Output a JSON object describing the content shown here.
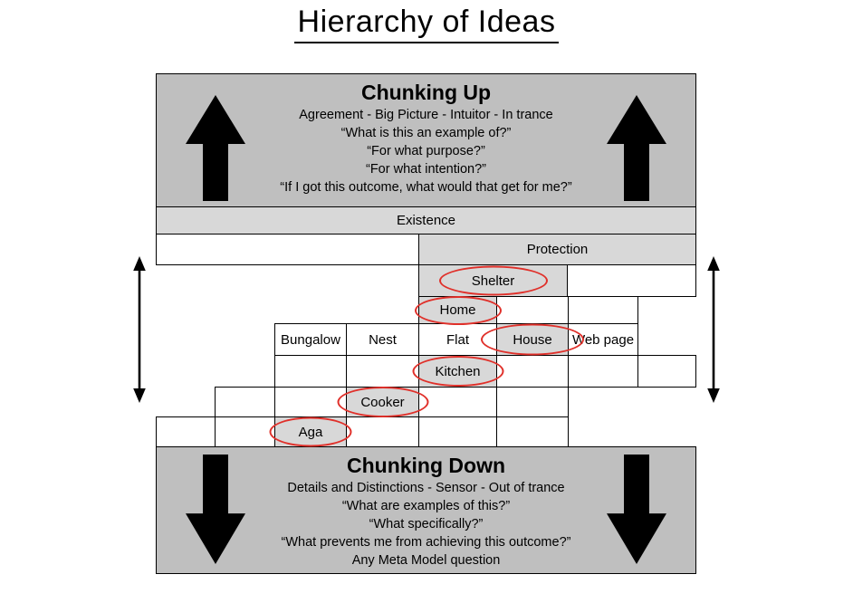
{
  "title": "Hierarchy of Ideas",
  "chunking_up": {
    "heading": "Chunking Up",
    "lines": [
      "Agreement - Big Picture - Intuitor - In trance",
      "“What is this an example of?”",
      "“For what purpose?”",
      "“For what intention?”",
      "“If I got this outcome, what would that get for me?”"
    ]
  },
  "chunking_down": {
    "heading": "Chunking Down",
    "lines": [
      "Details and Distinctions - Sensor - Out of trance",
      "“What are examples of this?”",
      "“What specifically?”",
      "“What prevents me from achieving this outcome?”",
      "Any Meta Model question"
    ]
  },
  "hierarchy": {
    "existence": "Existence",
    "protection": "Protection",
    "shelter": "Shelter",
    "home": "Home",
    "bungalow": "Bungalow",
    "nest": "Nest",
    "flat": "Flat",
    "house": "House",
    "web_page": "Web page",
    "kitchen": "Kitchen",
    "cooker": "Cooker",
    "aga": "Aga"
  },
  "circled_items": [
    "Shelter",
    "Home",
    "House",
    "Kitchen",
    "Cooker",
    "Aga"
  ],
  "icons": {
    "up_arrow": "black block arrow ▲",
    "down_arrow": "black block arrow ▼",
    "vertical_double_arrow": "thin double-headed arrow ↕"
  },
  "colors": {
    "box_gray": "#bfbfbf",
    "cell_gray": "#d8d8d8",
    "circle_red": "#e0302a",
    "line_black": "#000000"
  }
}
